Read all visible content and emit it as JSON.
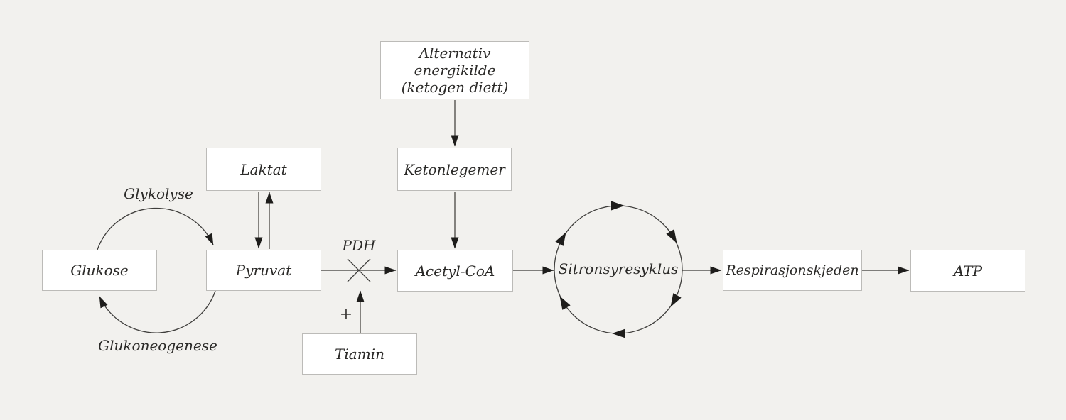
{
  "diagram": {
    "title": "Energy metabolism pathway (Norwegian)",
    "nodes": {
      "alt_energy": {
        "label_line1": "Alternativ energikilde",
        "label_line2": "(ketogen diett)"
      },
      "laktat": {
        "label": "Laktat"
      },
      "ketonlegemer": {
        "label": "Ketonlegemer"
      },
      "glukose": {
        "label": "Glukose"
      },
      "pyruvat": {
        "label": "Pyruvat"
      },
      "acetyl_coa": {
        "label": "Acetyl-CoA"
      },
      "sitronsyresyklus": {
        "label": "Sitronsyresyklus"
      },
      "respirasjonskjeden": {
        "label": "Respirasjonskjeden"
      },
      "atp": {
        "label": "ATP"
      },
      "tiamin": {
        "label": "Tiamin"
      }
    },
    "annotations": {
      "glykolyse": "Glykolyse",
      "glukoneogenese": "Glukoneogenese",
      "pdh": "PDH",
      "plus": "+"
    },
    "edges": [
      {
        "from": "glukose",
        "to": "pyruvat",
        "type": "curved-arrow",
        "label": "Glykolyse"
      },
      {
        "from": "pyruvat",
        "to": "glukose",
        "type": "curved-arrow",
        "label": "Glukoneogenese"
      },
      {
        "from": "laktat",
        "to": "pyruvat",
        "type": "arrow"
      },
      {
        "from": "pyruvat",
        "to": "laktat",
        "type": "arrow"
      },
      {
        "from": "pyruvat",
        "to": "acetyl_coa",
        "type": "arrow-blocked-by-cross",
        "label": "PDH"
      },
      {
        "from": "tiamin",
        "to": "pdh-cross",
        "type": "arrow",
        "label": "+"
      },
      {
        "from": "alt_energy",
        "to": "ketonlegemer",
        "type": "arrow"
      },
      {
        "from": "ketonlegemer",
        "to": "acetyl_coa",
        "type": "arrow"
      },
      {
        "from": "acetyl_coa",
        "to": "sitronsyresyklus",
        "type": "arrow"
      },
      {
        "from": "sitronsyresyklus",
        "to": "respirasjonskjeden",
        "type": "arrow"
      },
      {
        "from": "respirasjonskjeden",
        "to": "atp",
        "type": "arrow"
      },
      {
        "from": "sitronsyresyklus",
        "to": "sitronsyresyklus",
        "type": "clockwise-cycle-circle"
      }
    ],
    "colors": {
      "background": "#f2f1ee",
      "node_fill": "#ffffff",
      "node_border": "#bcbbb8",
      "text": "#2b2a28",
      "flow_line": "#6e6c69",
      "thin_line": "#55534f",
      "arrowhead": "#1e1d1b"
    }
  }
}
